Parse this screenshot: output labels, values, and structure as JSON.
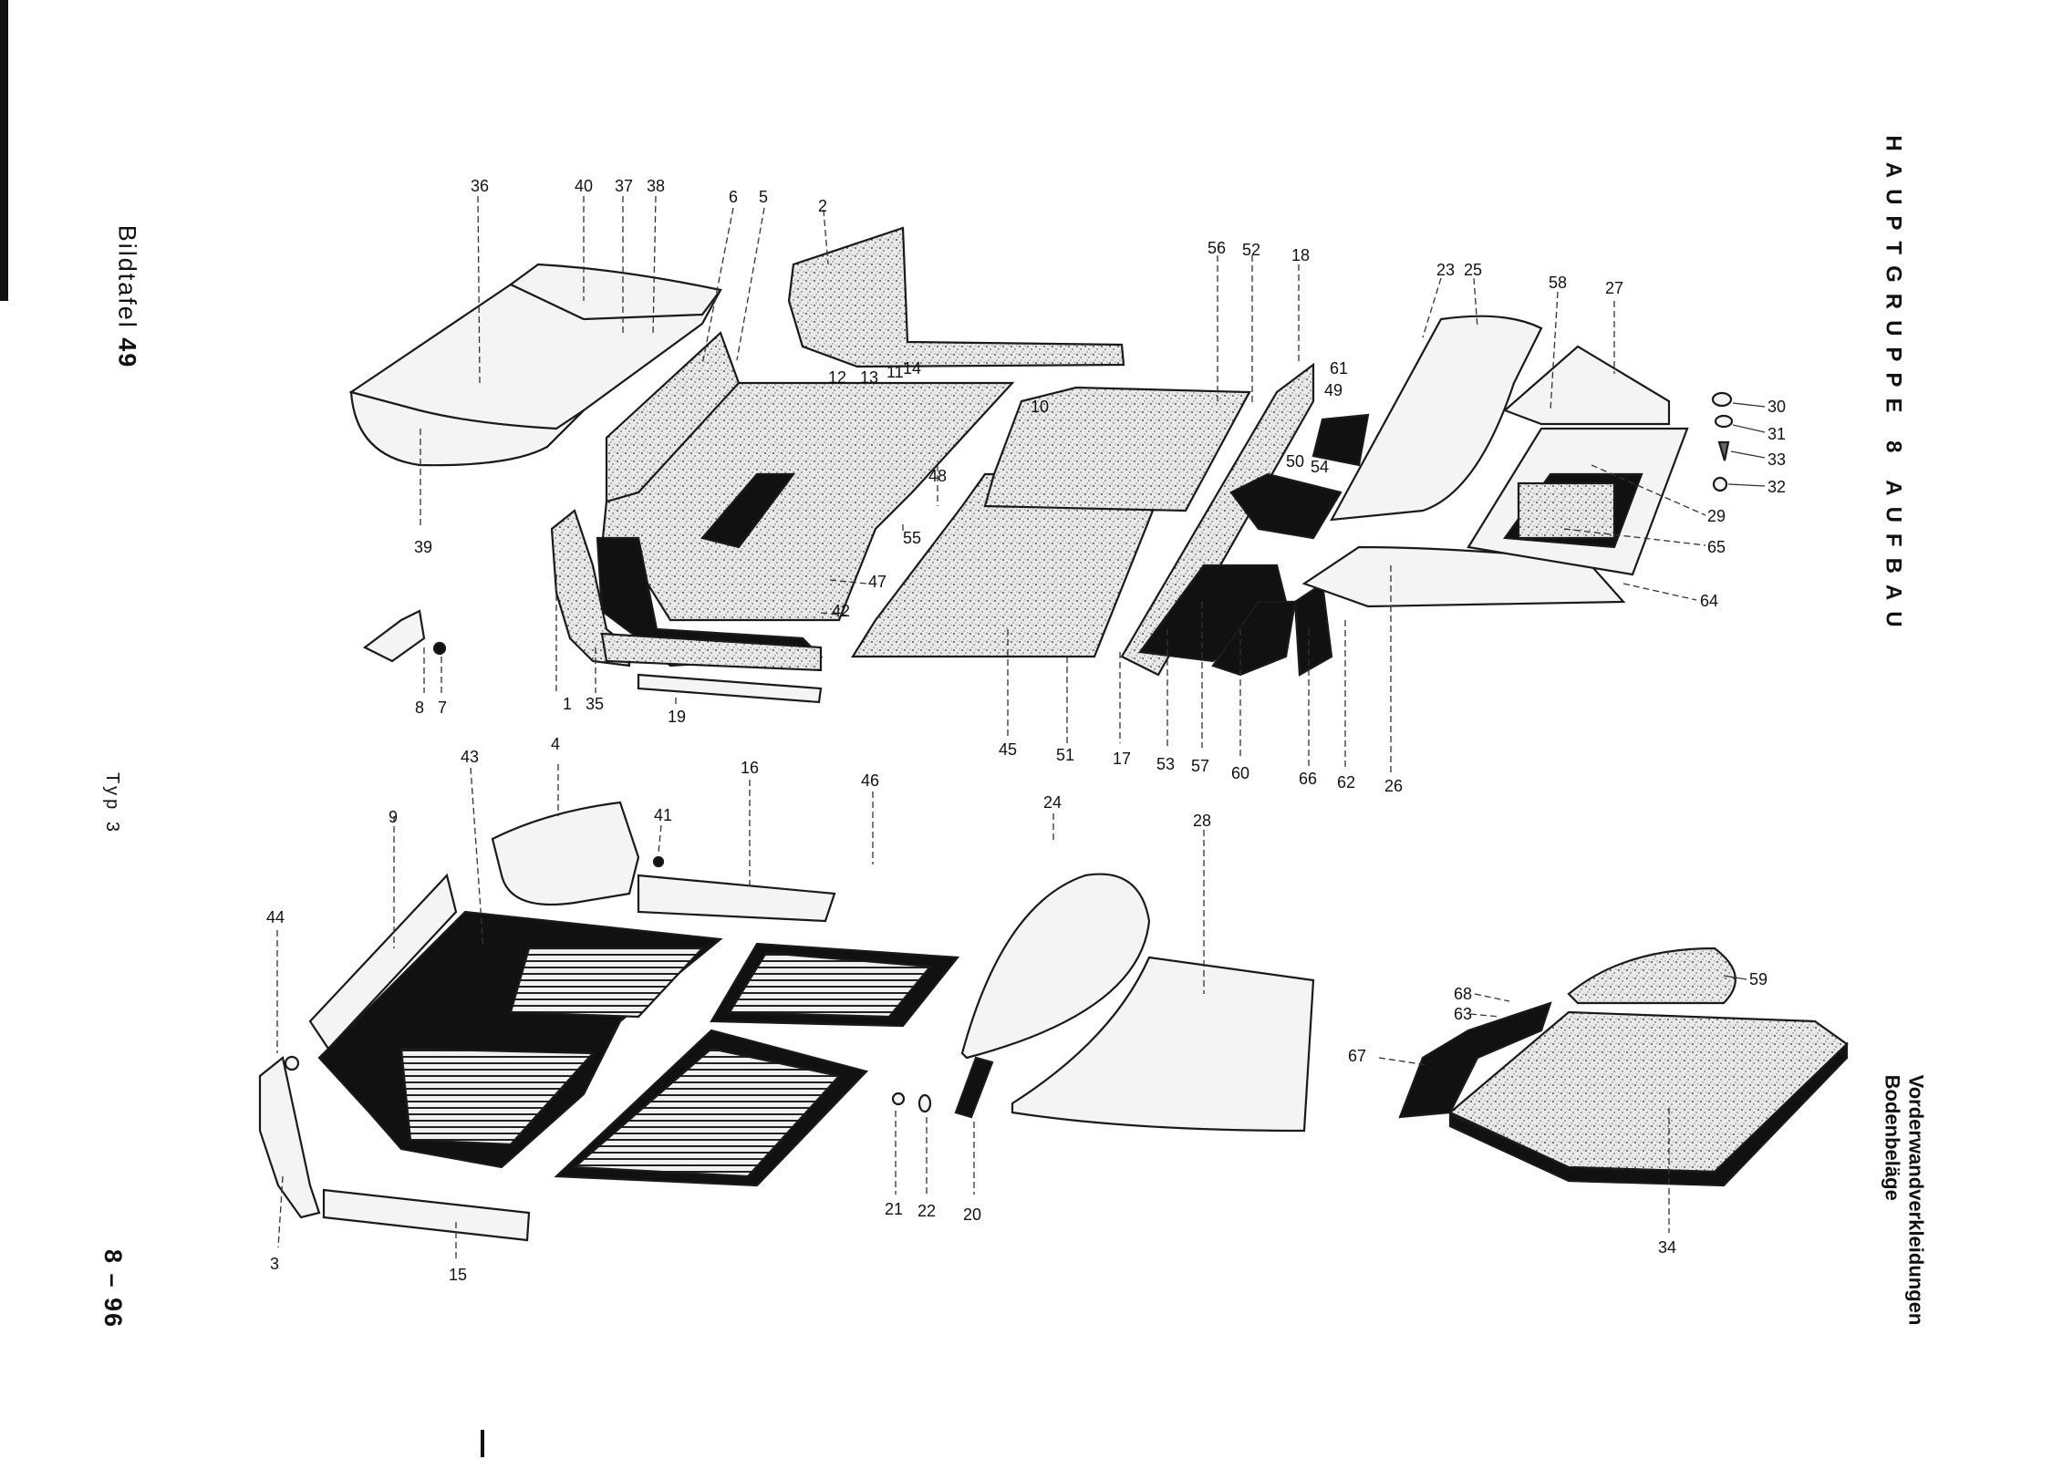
{
  "header": {
    "plate_label": "Bildtafel",
    "plate_number": "49",
    "type_label": "Typ 3",
    "page_number": "8 – 96"
  },
  "group_heading": "HAUPTGRUPPE 8 AUFBAU",
  "section_title": {
    "line1": "Vorderwandverkleidungen",
    "line2": "Bodenbeläge"
  },
  "callouts": {
    "c36": "36",
    "c40": "40",
    "c37": "37",
    "c38": "38",
    "c6": "6",
    "c5": "5",
    "c2": "2",
    "c12": "12",
    "c13": "13",
    "c11": "11",
    "c14": "14",
    "c10": "10",
    "c56": "56",
    "c52": "52",
    "c18": "18",
    "c23": "23",
    "c25": "25",
    "c58": "58",
    "c27": "27",
    "c30": "30",
    "c31": "31",
    "c33": "33",
    "c32": "32",
    "c29": "29",
    "c65": "65",
    "c64": "64",
    "c61": "61",
    "c49": "49",
    "c50": "50",
    "c54": "54",
    "c39": "39",
    "c48": "48",
    "c55": "55",
    "c47": "47",
    "c42": "42",
    "c8": "8",
    "c7": "7",
    "c1": "1",
    "c35": "35",
    "c19": "19",
    "c45": "45",
    "c51": "51",
    "c17": "17",
    "c53": "53",
    "c57": "57",
    "c60": "60",
    "c66": "66",
    "c62": "62",
    "c26": "26",
    "c43": "43",
    "c4": "4",
    "c16": "16",
    "c46": "46",
    "c24": "24",
    "c28": "28",
    "c9": "9",
    "c41": "41",
    "c44": "44",
    "c3": "3",
    "c15": "15",
    "c21": "21",
    "c22": "22",
    "c20": "20",
    "c59": "59",
    "c68": "68",
    "c63": "63",
    "c67": "67",
    "c34": "34"
  }
}
